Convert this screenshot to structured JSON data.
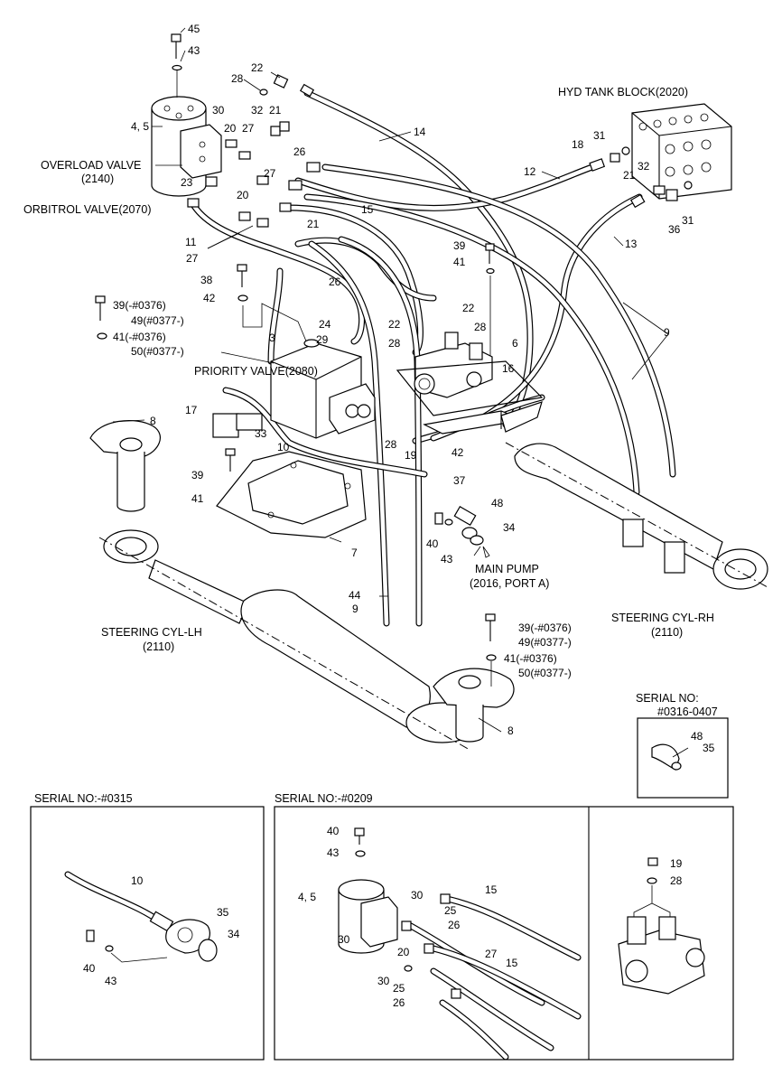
{
  "labels": {
    "hyd_tank_block": "HYD TANK BLOCK(2020)",
    "overload_valve": "OVERLOAD VALVE",
    "overload_valve_code": "(2140)",
    "orbitrol_valve": "ORBITROL VALVE(2070)",
    "priority_valve": "PRIORITY VALVE(2080)",
    "main_pump": "MAIN PUMP",
    "main_pump_port": "(2016, PORT A)",
    "steering_cyl_lh": "STEERING CYL-LH",
    "steering_cyl_lh_code": "(2110)",
    "steering_cyl_rh": "STEERING CYL-RH",
    "steering_cyl_rh_code": "(2110)",
    "serial_box_right_title": "SERIAL NO:",
    "serial_box_right_range": "#0316-0407",
    "serial_box_left_title": "SERIAL NO:-#0315",
    "serial_box_mid_title": "SERIAL NO:-#0209"
  },
  "callouts": {
    "c45": "45",
    "c43a": "43",
    "c22a": "22",
    "c28a": "28",
    "c4_5a": "4, 5",
    "c30a": "30",
    "c20a": "20",
    "c32a": "32",
    "c27a": "27",
    "c21a": "21",
    "c14": "14",
    "c26a": "26",
    "c27b": "27",
    "c23": "23",
    "c20b": "20",
    "c21b": "21",
    "c15a": "15",
    "c11": "11",
    "c27c": "27",
    "c26b": "26",
    "c12": "12",
    "c18": "18",
    "c31a": "31",
    "c32b": "32",
    "c21c": "21",
    "c31b": "31",
    "c36": "36",
    "c13": "13",
    "c39a": "39",
    "c41a": "41",
    "c38": "38",
    "c42a": "42",
    "c39_0376a": "39(-#0376)",
    "c49_0377a": "49(#0377-)",
    "c41_0376a": "41(-#0376)",
    "c50_0377a": "50(#0377-)",
    "c24": "24",
    "c22b": "22",
    "c22c": "22",
    "c28b": "28",
    "c28c": "28",
    "c6": "6",
    "c3": "3",
    "c29": "29",
    "c16": "16",
    "c9a": "9",
    "c17": "17",
    "c33": "33",
    "c28d": "28",
    "c19a": "19",
    "c8a": "8",
    "c10a": "10",
    "c42b": "42",
    "c37": "37",
    "c39b": "39",
    "c41b": "41",
    "c48a": "48",
    "c34a": "34",
    "c40a": "40",
    "c43b": "43",
    "c7": "7",
    "c44": "44",
    "c9b": "9",
    "c39_0376b": "39(-#0376)",
    "c49_0377b": "49(#0377-)",
    "c41_0376b": "41(-#0376)",
    "c50_0377b": "50(#0377-)",
    "c8b": "8",
    "c48b": "48",
    "c35a": "35",
    "c10b": "10",
    "c35b": "35",
    "c34b": "34",
    "c40b": "40",
    "c43c": "43",
    "c40c": "40",
    "c43d": "43",
    "c4_5b": "4, 5",
    "c30b": "30",
    "c15b": "15",
    "c25a": "25",
    "c26c": "26",
    "c30c": "30",
    "c20c": "20",
    "c27d": "27",
    "c15c": "15",
    "c30d": "30",
    "c25b": "25",
    "c26d": "26",
    "c19b": "19",
    "c28e": "28"
  }
}
